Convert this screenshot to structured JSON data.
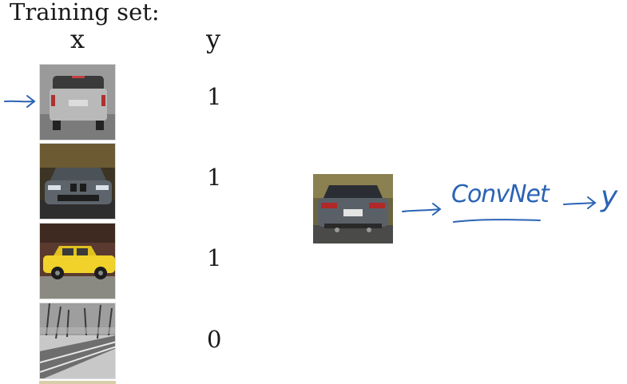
{
  "title": "Training set:",
  "columns": {
    "x": "x",
    "y": "y"
  },
  "examples": [
    {
      "image": "silver-suv-rear",
      "label": "1"
    },
    {
      "image": "dark-bmw-front",
      "label": "1"
    },
    {
      "image": "yellow-classic-car-side",
      "label": "1"
    },
    {
      "image": "snowy-forest-road",
      "label": "0"
    }
  ],
  "test_image": "bmw-rear",
  "annotation": {
    "network": "ConvNet",
    "output": "y"
  },
  "ink_color": "#2a64b4"
}
